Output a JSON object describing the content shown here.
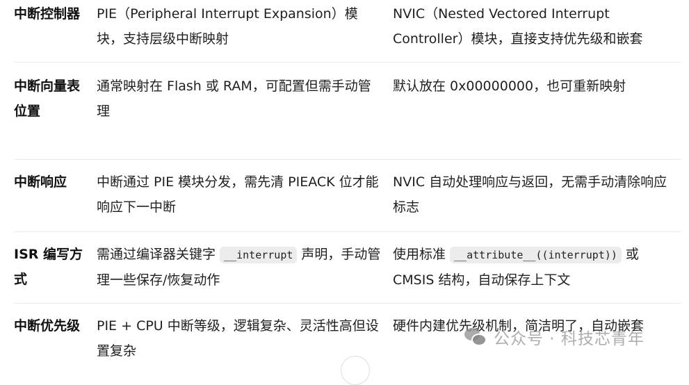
{
  "table": {
    "rows": [
      {
        "feature": "中断控制器",
        "pie_c28x": "PIE（Peripheral Interrupt Expansion）模块，支持层级中断映射",
        "nvic_arm": "NVIC（Nested Vectored Interrupt Controller）模块，直接支持优先级和嵌套"
      },
      {
        "feature": "中断向量表位置",
        "pie_c28x": "通常映射在 Flash 或 RAM，可配置但需手动管理",
        "nvic_arm": "默认放在 0x00000000，也可重新映射"
      },
      {
        "feature": "中断响应",
        "pie_c28x": "中断通过 PIE 模块分发，需先清 PIEACK 位才能响应下一中断",
        "nvic_arm": "NVIC 自动处理响应与返回，无需手动清除响应标志"
      },
      {
        "feature": "ISR 编写方式",
        "pie_c28x_before": "需通过编译器关键字 ",
        "pie_c28x_code": "__interrupt",
        "pie_c28x_after": " 声明，手动管理一些保存/恢复动作",
        "nvic_arm_before": "使用标准 ",
        "nvic_arm_code": "__attribute__((interrupt))",
        "nvic_arm_after": " 或 CMSIS 结构，自动保存上下文"
      },
      {
        "feature": "中断优先级",
        "pie_c28x": "PIE + CPU 中断等级，逻辑复杂、灵活性高但设置复杂",
        "nvic_arm": "硬件内建优先级机制，简洁明了，自动嵌套"
      }
    ]
  },
  "watermark": {
    "icon": "wechat-icon",
    "text": "公众号 · 科技芯青年"
  },
  "colors": {
    "text": "#1f1f1f",
    "divider": "#ececec",
    "code_bg": "#ececec"
  }
}
